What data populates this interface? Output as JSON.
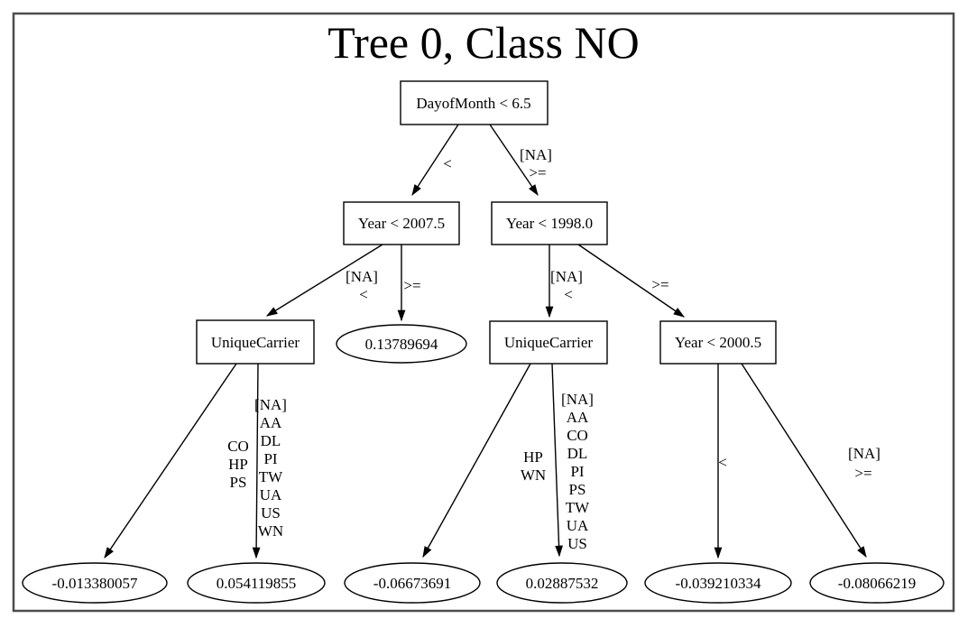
{
  "title": "Tree 0, Class NO",
  "colors": {
    "background": "#ffffff",
    "frame_border": "#4d4d4d",
    "tree_lines": "#000000"
  },
  "nodes": {
    "root": {
      "label": "DayofMonth < 6.5"
    },
    "year_2007": {
      "label": "Year < 2007.5"
    },
    "year_1998": {
      "label": "Year < 1998.0"
    },
    "carrier_left": {
      "label": "UniqueCarrier"
    },
    "leaf_mid": {
      "label": "0.13789694"
    },
    "carrier_right": {
      "label": "UniqueCarrier"
    },
    "year_2000": {
      "label": "Year < 2000.5"
    }
  },
  "leaves": {
    "leaf_1": "-0.013380057",
    "leaf_2": "0.054119855",
    "leaf_3": "-0.06673691",
    "leaf_4": "0.02887532",
    "leaf_5": "-0.039210334",
    "leaf_6": "-0.08066219"
  },
  "edge_labels": {
    "root_left": [
      "<"
    ],
    "root_right": [
      "[NA]",
      ">="
    ],
    "year2007_left": [
      "[NA]",
      "<"
    ],
    "year2007_right": [
      ">="
    ],
    "year1998_left": [
      "[NA]",
      "<"
    ],
    "year1998_right": [
      ">="
    ],
    "carrierleft_left": [
      "CO",
      "HP",
      "PS"
    ],
    "carrierleft_right": [
      "[NA]",
      "AA",
      "DL",
      "PI",
      "TW",
      "UA",
      "US",
      "WN"
    ],
    "carrierright_left": [
      "HP",
      "WN"
    ],
    "carrierright_right": [
      "[NA]",
      "AA",
      "CO",
      "DL",
      "PI",
      "PS",
      "TW",
      "UA",
      "US"
    ],
    "year2000_left": [
      "<"
    ],
    "year2000_right": [
      "[NA]",
      ">="
    ]
  }
}
